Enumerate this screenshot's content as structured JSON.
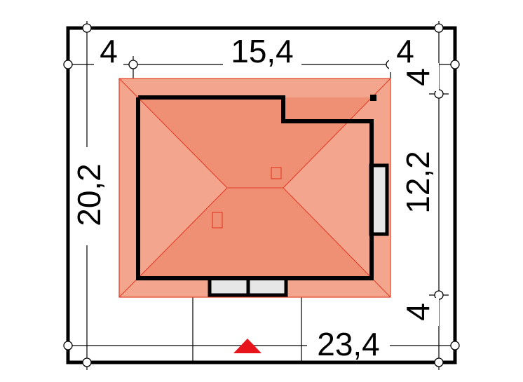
{
  "dimensions": {
    "top_left_setback": "4",
    "top_width": "15,4",
    "top_right_setback": "4",
    "left_depth": "20,2",
    "right_top_setback": "4",
    "right_depth": "12,2",
    "right_bottom_setback": "4",
    "bottom_width": "23,4"
  },
  "colors": {
    "roof_light": "#f4a58e",
    "roof_dark": "#ef8f74",
    "roof_outline": "#e2402a",
    "wall": "#000000",
    "entrance_marker": "#e8141c",
    "window_fill": "#e6e6e6"
  },
  "icons": {
    "entrance": "entrance-triangle-icon"
  }
}
